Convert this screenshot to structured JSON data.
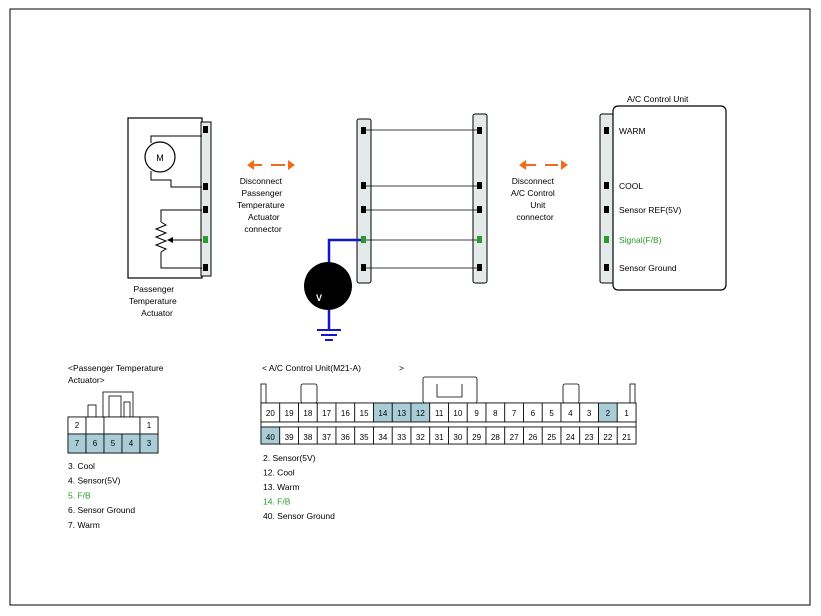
{
  "colors": {
    "line": "#000000",
    "connector_fill": "#e4eaea",
    "body_fill": "#ffffff",
    "highlight_cell": "#a9cdd6",
    "signal_green": "#2a9a2a",
    "wire_blue": "#1414c8",
    "arrow_orange": "#f26b1d",
    "ground": "#1414c8"
  },
  "actuator": {
    "motor_label": "M",
    "caption": [
      "Passenger",
      "Temperature",
      "Actuator"
    ]
  },
  "meter": {
    "label": "V"
  },
  "disconnect_left": [
    "Disconnect",
    "Passenger",
    "Temperature",
    "Actuator",
    "connector"
  ],
  "disconnect_right": [
    "Disconnect",
    "A/C Control",
    "Unit",
    "connector"
  ],
  "acu": {
    "title": "A/C Control Unit",
    "pins": [
      {
        "label": "WARM",
        "signal": false
      },
      {
        "label": "COOL",
        "signal": false
      },
      {
        "label": "Sensor REF(5V)",
        "signal": false
      },
      {
        "label": "Signal(F/B)",
        "signal": true
      },
      {
        "label": "Sensor Ground",
        "signal": false
      }
    ]
  },
  "actuator_connector": {
    "title": [
      "<Passenger Temperature",
      "Actuator>"
    ],
    "top_row": [
      "2",
      "",
      "",
      "1"
    ],
    "bottom_row": [
      "7",
      "6",
      "5",
      "4",
      "3"
    ],
    "highlighted_bottom": [
      "7",
      "6",
      "5",
      "4",
      "3"
    ],
    "legend": [
      {
        "text": "3. Cool",
        "signal": false
      },
      {
        "text": "4. Sensor(5V)",
        "signal": false
      },
      {
        "text": "5. F/B",
        "signal": true
      },
      {
        "text": "6. Sensor Ground",
        "signal": false
      },
      {
        "text": "7. Warm",
        "signal": false
      }
    ]
  },
  "acu_connector": {
    "title": "< A/C Control Unit(M21-A)",
    "title_close": ">",
    "top_row": [
      "20",
      "19",
      "18",
      "17",
      "16",
      "15",
      "14",
      "13",
      "12",
      "11",
      "10",
      "9",
      "8",
      "7",
      "6",
      "5",
      "4",
      "3",
      "2",
      "1"
    ],
    "bottom_row": [
      "40",
      "39",
      "38",
      "37",
      "36",
      "35",
      "34",
      "33",
      "32",
      "31",
      "30",
      "29",
      "28",
      "27",
      "26",
      "25",
      "24",
      "23",
      "22",
      "21"
    ],
    "highlighted": [
      "14",
      "13",
      "12",
      "2",
      "40"
    ],
    "legend": [
      {
        "text": "2. Sensor(5V)",
        "signal": false
      },
      {
        "text": "12. Cool",
        "signal": false
      },
      {
        "text": "13. Warm",
        "signal": false
      },
      {
        "text": "14. F/B",
        "signal": true
      },
      {
        "text": "40. Sensor Ground",
        "signal": false
      }
    ]
  }
}
